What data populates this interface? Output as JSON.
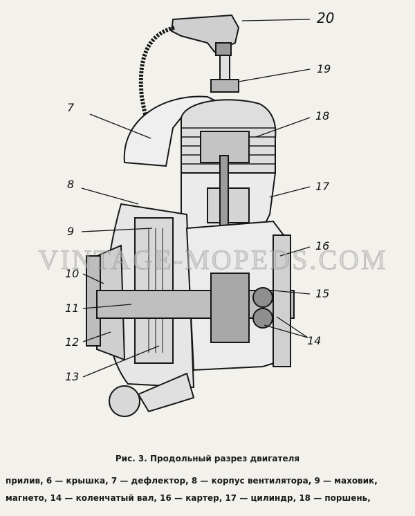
{
  "figure": {
    "callouts": {
      "n7": "7",
      "n8": "8",
      "n9": "9",
      "n10": "10",
      "n11": "11",
      "n12": "12",
      "n13": "13",
      "n14": "14",
      "n15": "15",
      "n16": "16",
      "n17": "17",
      "n18": "18",
      "n19": "19",
      "n20": "20"
    },
    "watermark": "VINTAGE-MOPEDS.COM"
  },
  "caption": "Рис. 3. Продольный разрез двигателя",
  "legend": {
    "line1": "прилив, 6 — крышка, 7 — дефлектор, 8 — корпус вентилятора, 9 — маховик,",
    "line2": "магнето, 14 — коленчатый вал, 16 — картер, 17 — цилиндр,  18 — поршень,"
  }
}
